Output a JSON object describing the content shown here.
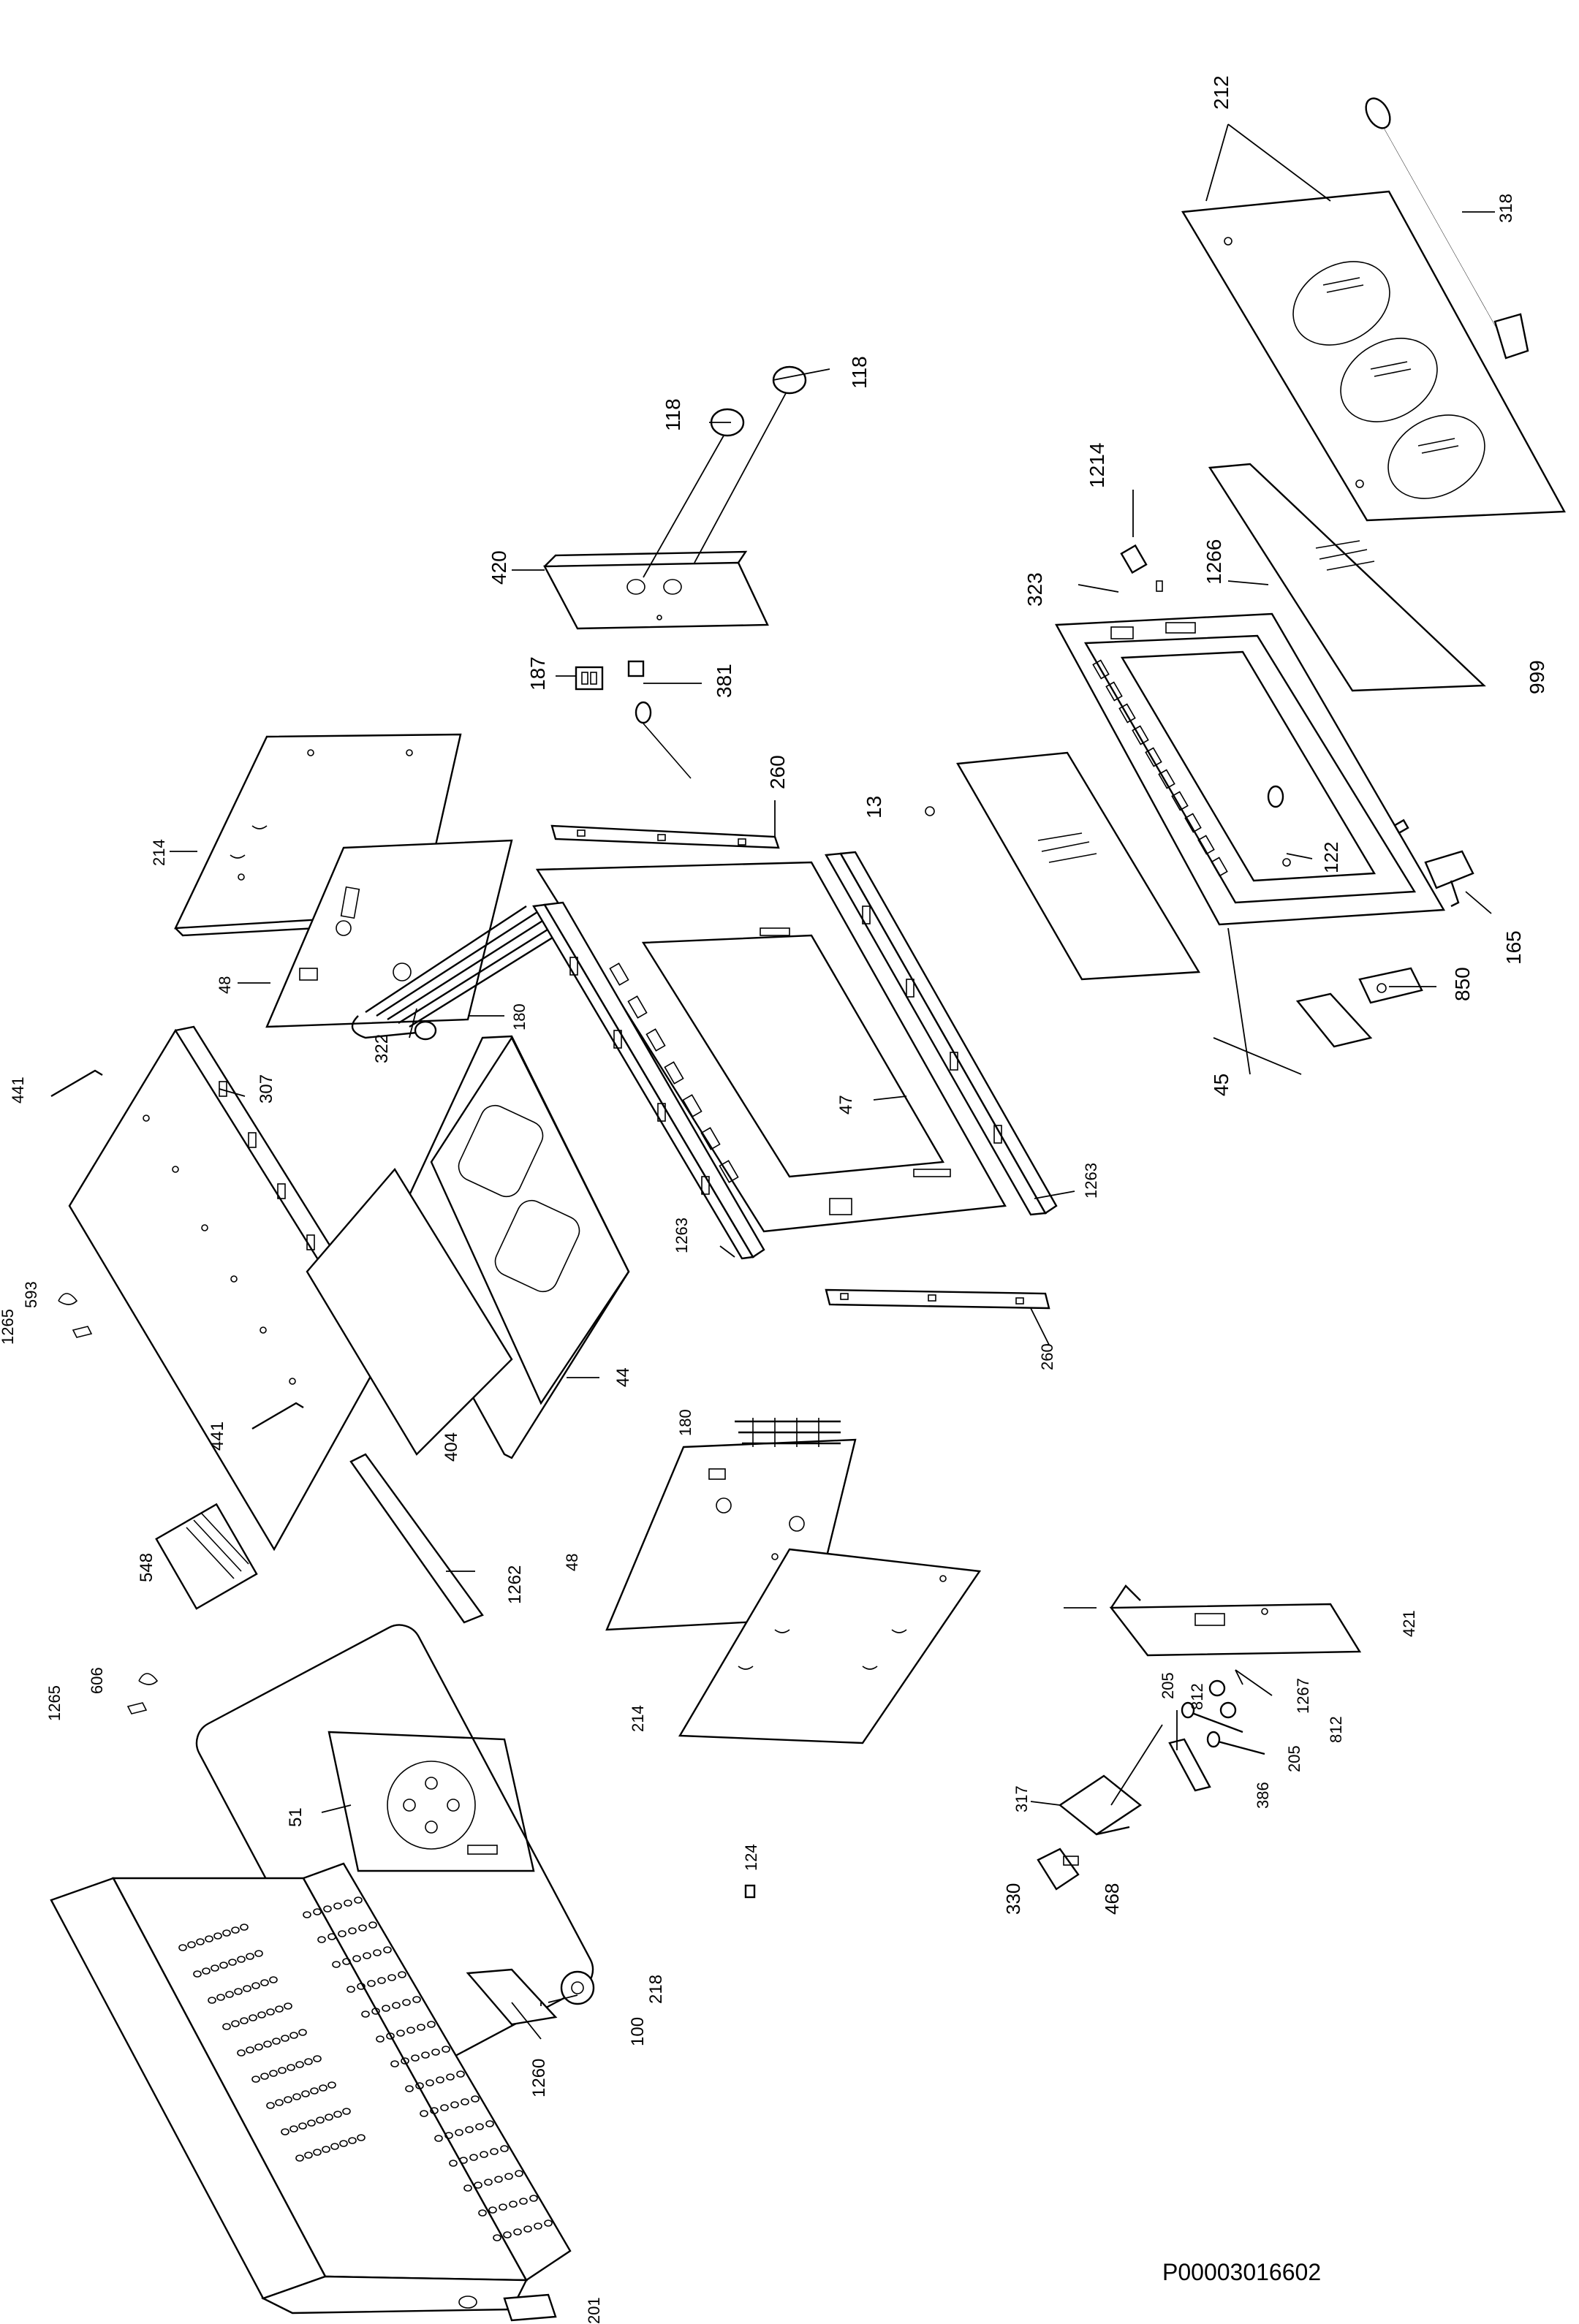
{
  "drawing_number": "P00003016602",
  "part_labels": [
    {
      "id": "212",
      "text": "212"
    },
    {
      "id": "318",
      "text": "318"
    },
    {
      "id": "118a",
      "text": "118"
    },
    {
      "id": "118b",
      "text": "118"
    },
    {
      "id": "1214",
      "text": "1214"
    },
    {
      "id": "420",
      "text": "420"
    },
    {
      "id": "323",
      "text": "323"
    },
    {
      "id": "1266",
      "text": "1266"
    },
    {
      "id": "187",
      "text": "187"
    },
    {
      "id": "381",
      "text": "381"
    },
    {
      "id": "999",
      "text": "999"
    },
    {
      "id": "260a",
      "text": "260"
    },
    {
      "id": "13",
      "text": "13"
    },
    {
      "id": "214a",
      "text": "214"
    },
    {
      "id": "122",
      "text": "122"
    },
    {
      "id": "165",
      "text": "165"
    },
    {
      "id": "48a",
      "text": "48"
    },
    {
      "id": "180a",
      "text": "180"
    },
    {
      "id": "850",
      "text": "850"
    },
    {
      "id": "322",
      "text": "322"
    },
    {
      "id": "441a",
      "text": "441"
    },
    {
      "id": "307",
      "text": "307"
    },
    {
      "id": "47",
      "text": "47"
    },
    {
      "id": "45",
      "text": "45"
    },
    {
      "id": "1263a",
      "text": "1263"
    },
    {
      "id": "1263b",
      "text": "1263"
    },
    {
      "id": "593",
      "text": "593"
    },
    {
      "id": "1265a",
      "text": "1265"
    },
    {
      "id": "260b",
      "text": "260"
    },
    {
      "id": "44",
      "text": "44"
    },
    {
      "id": "441b",
      "text": "441"
    },
    {
      "id": "404",
      "text": "404"
    },
    {
      "id": "180b",
      "text": "180"
    },
    {
      "id": "48b",
      "text": "48"
    },
    {
      "id": "1262",
      "text": "1262"
    },
    {
      "id": "548",
      "text": "548"
    },
    {
      "id": "421",
      "text": "421"
    },
    {
      "id": "214b",
      "text": "214"
    },
    {
      "id": "1265b",
      "text": "1265"
    },
    {
      "id": "606",
      "text": "606"
    },
    {
      "id": "205a",
      "text": "205"
    },
    {
      "id": "812a",
      "text": "812"
    },
    {
      "id": "1267",
      "text": "1267"
    },
    {
      "id": "812b",
      "text": "812"
    },
    {
      "id": "205b",
      "text": "205"
    },
    {
      "id": "386",
      "text": "386"
    },
    {
      "id": "317",
      "text": "317"
    },
    {
      "id": "51",
      "text": "51"
    },
    {
      "id": "124",
      "text": "124"
    },
    {
      "id": "330",
      "text": "330"
    },
    {
      "id": "468",
      "text": "468"
    },
    {
      "id": "218",
      "text": "218"
    },
    {
      "id": "100",
      "text": "100"
    },
    {
      "id": "1260",
      "text": "1260"
    },
    {
      "id": "201",
      "text": "201"
    }
  ],
  "components": [
    "glass-panel-212",
    "towel-rail-318",
    "knobs-118",
    "control-panel-420",
    "door-frame-45",
    "inner-glass-13",
    "door-handle-165",
    "hinge-850",
    "front-frame-47",
    "side-rails-1263",
    "top-panel-214",
    "element-180",
    "back-panel-48",
    "oven-cavity-44",
    "insulation-404",
    "back-cover-51",
    "fan-motor-548",
    "outer-casing",
    "switch-218",
    "rear-panel-421",
    "bracket-317",
    "terminal-block-330"
  ]
}
